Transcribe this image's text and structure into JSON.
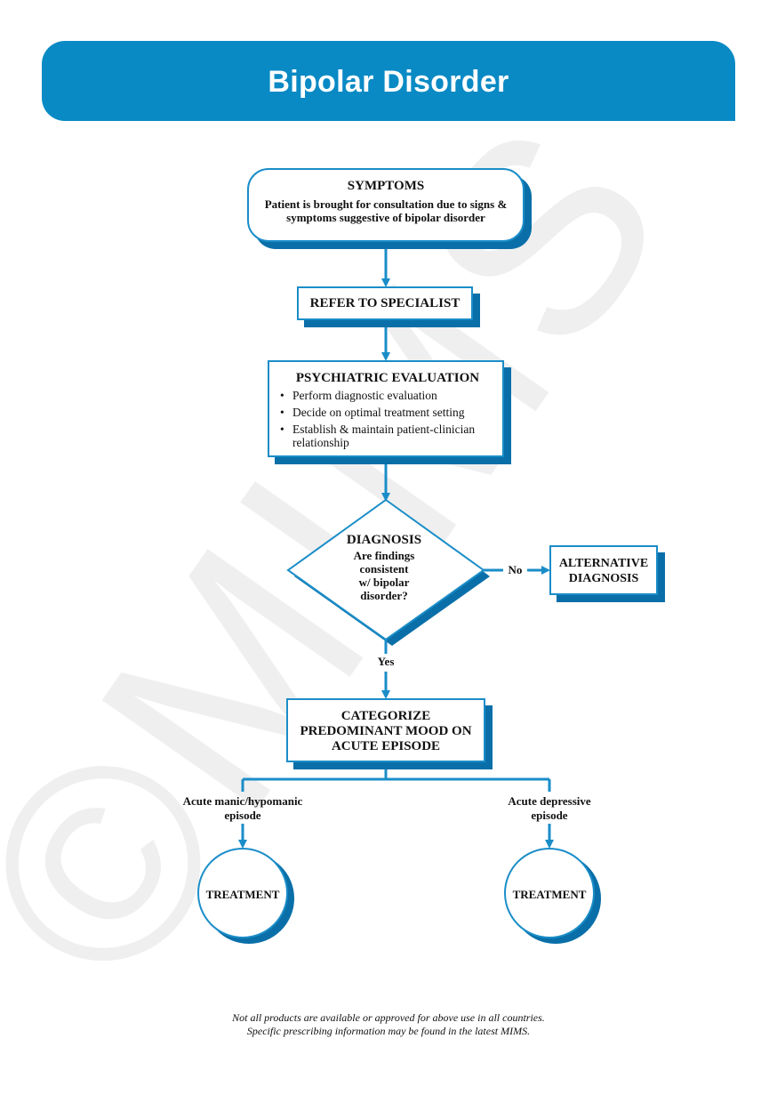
{
  "header": {
    "title": "Bipolar Disorder"
  },
  "watermark": {
    "text": "©MIMS"
  },
  "symptoms": {
    "title": "SYMPTOMS",
    "body": "Patient is brought for consultation due to signs & symptoms suggestive of bipolar disorder"
  },
  "refer": {
    "label": "REFER TO SPECIALIST"
  },
  "psych": {
    "title": "PSYCHIATRIC EVALUATION",
    "items": [
      "Perform diagnostic evaluation",
      "Decide on optimal treatment setting",
      "Establish & maintain patient-clinician relationship"
    ]
  },
  "diagnosis": {
    "title": "DIAGNOSIS",
    "question_lines": [
      "Are findings",
      "consistent",
      "w/ bipolar",
      "disorder?"
    ]
  },
  "edges": {
    "no": "No",
    "yes": "Yes"
  },
  "alternative": {
    "lines": [
      "ALTERNATIVE",
      "DIAGNOSIS"
    ]
  },
  "categorize": {
    "lines": [
      "CATEGORIZE",
      "PREDOMINANT MOOD ON",
      "ACUTE EPISODE"
    ]
  },
  "branches": {
    "left": {
      "lines": [
        "Acute manic/hypomanic",
        "episode"
      ],
      "treatment": "TREATMENT"
    },
    "right": {
      "lines": [
        "Acute depressive",
        "episode"
      ],
      "treatment": "TREATMENT"
    }
  },
  "footer": {
    "line1": "Not all products are available or approved for above use in all countries.",
    "line2": "Specific prescribing information may be found in the latest MIMS."
  },
  "colors": {
    "brand": "#0a8ac4",
    "border": "#1a8dc8",
    "shadow": "#0a6fa8",
    "watermark": "#eeeeee"
  }
}
